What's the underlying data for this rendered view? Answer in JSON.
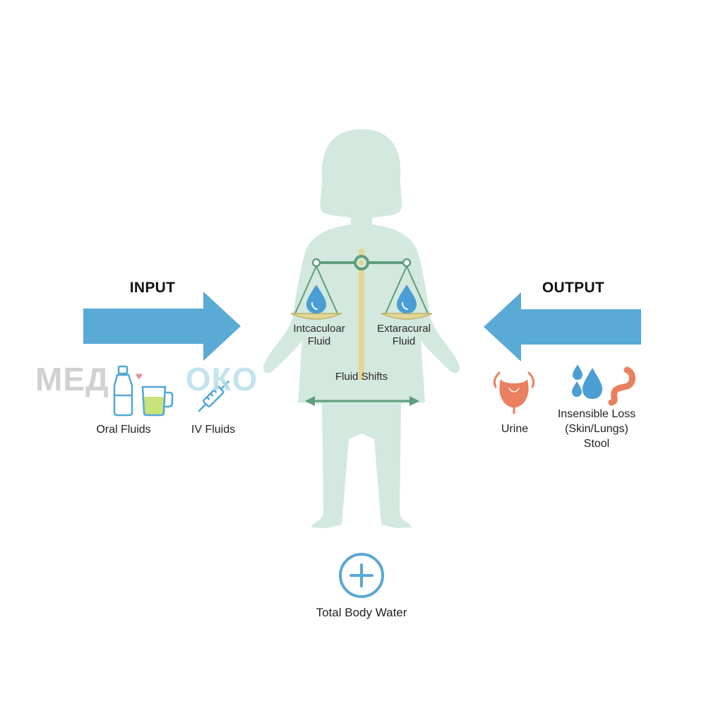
{
  "input": {
    "heading": "INPUT",
    "items": [
      {
        "label": "Oral Fluids"
      },
      {
        "label": "IV Fluids"
      }
    ]
  },
  "output": {
    "heading": "OUTPUT",
    "items": [
      {
        "label": "Urine"
      },
      {
        "label_lines": [
          "Insensible Loss",
          "(Skin/Lungs)",
          "Stool"
        ]
      }
    ]
  },
  "body": {
    "compartments": [
      {
        "label_lines": [
          "Intcaculoar",
          "Fluid"
        ]
      },
      {
        "label_lines": [
          "Extaracural",
          "Fluid"
        ]
      }
    ],
    "shift_label": "Fluid Shifts"
  },
  "footer": {
    "label": "Total Body Water"
  },
  "watermark": {
    "part1": "МЕД",
    "part2": "ОКО"
  },
  "colors": {
    "arrow": "#5aaad6",
    "silhouette": "#d3e8de",
    "scale": "#5e9e7c",
    "scale_post": "#e2d797",
    "drop": "#4a9ed3",
    "organ": "#ea7f61",
    "plus_ring": "#5ba7d6"
  },
  "icons": {
    "oral": [
      "bottle-icon",
      "cup-icon"
    ],
    "iv": "syringe-icon",
    "urine": "bladder-icon",
    "insensible": "water-drops-icon",
    "stool": "intestine-icon",
    "total": "plus-circle-icon"
  }
}
